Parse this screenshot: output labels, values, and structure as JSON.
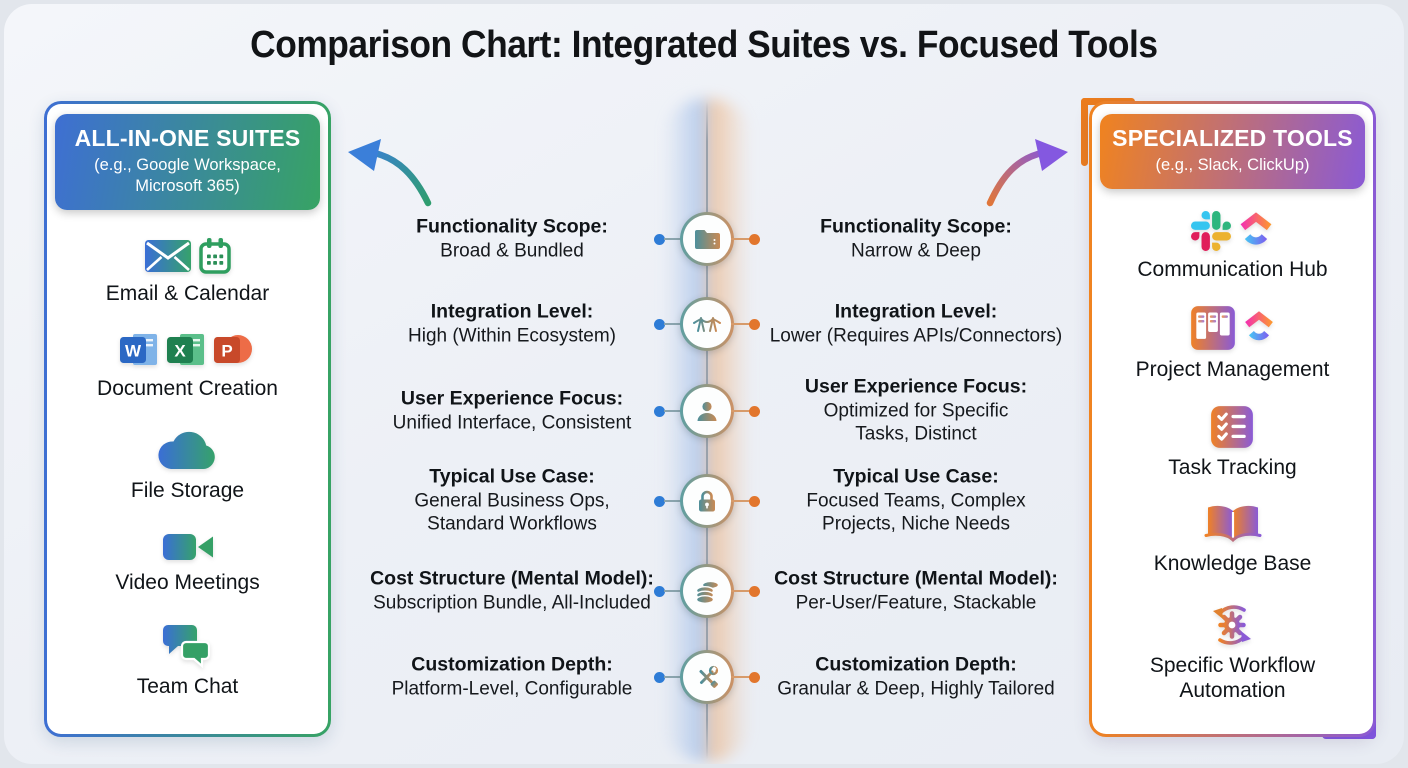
{
  "title": "Comparison Chart: Integrated Suites vs. Focused Tools",
  "left_panel": {
    "title": "ALL-IN-ONE SUITES",
    "subtitle": "(e.g., Google Workspace,\nMicrosoft 365)",
    "items": [
      {
        "icon": "envelope-icon calendar-icon",
        "label": "Email & Calendar"
      },
      {
        "icon": "word-icon excel-icon powerpoint-icon",
        "label": "Document Creation"
      },
      {
        "icon": "cloud-icon",
        "label": "File Storage"
      },
      {
        "icon": "video-camera-icon",
        "label": "Video Meetings"
      },
      {
        "icon": "chat-bubbles-icon",
        "label": "Team Chat"
      }
    ]
  },
  "right_panel": {
    "title": "SPECIALIZED TOOLS",
    "subtitle": "(e.g., Slack, ClickUp)",
    "items": [
      {
        "icon": "slack-icon clickup-icon",
        "label": "Communication Hub"
      },
      {
        "icon": "kanban-icon clickup-icon",
        "label": "Project Management"
      },
      {
        "icon": "checklist-icon",
        "label": "Task Tracking"
      },
      {
        "icon": "open-book-icon",
        "label": "Knowledge Base"
      },
      {
        "icon": "gear-sync-icon",
        "label": "Specific Workflow\nAutomation"
      }
    ]
  },
  "rows": [
    {
      "icon": "folder-icon",
      "heading": "Functionality Scope:",
      "left": "Broad & Bundled",
      "right": "Narrow & Deep"
    },
    {
      "icon": "bridge-icon",
      "heading": "Integration Level:",
      "left": "High (Within Ecosystem)",
      "right": "Lower (Requires APIs/Connectors)"
    },
    {
      "icon": "user-icon",
      "heading": "User Experience Focus:",
      "left": "Unified Interface, Consistent",
      "right": "Optimized for Specific\nTasks, Distinct"
    },
    {
      "icon": "lock-icon",
      "heading": "Typical Use Case:",
      "left": "General Business Ops,\nStandard Workflows",
      "right": "Focused Teams, Complex\nProjects, Niche Needs"
    },
    {
      "icon": "coins-icon",
      "heading": "Cost Structure (Mental Model):",
      "left": "Subscription Bundle, All-Included",
      "right": "Per-User/Feature, Stackable"
    },
    {
      "icon": "tools-icon",
      "heading": "Customization Depth:",
      "left": "Platform-Level, Configurable",
      "right": "Granular & Deep, Highly Tailored"
    }
  ],
  "colors": {
    "left_gradient_start": "#3e6fd3",
    "left_gradient_end": "#37a364",
    "right_gradient_start": "#f0831f",
    "right_gradient_end": "#8a5ad5",
    "left_dot": "#2e7cd6",
    "right_dot": "#e2762d",
    "bracket_orange": "#ec7d1e",
    "bracket_purple": "#8255e3"
  }
}
